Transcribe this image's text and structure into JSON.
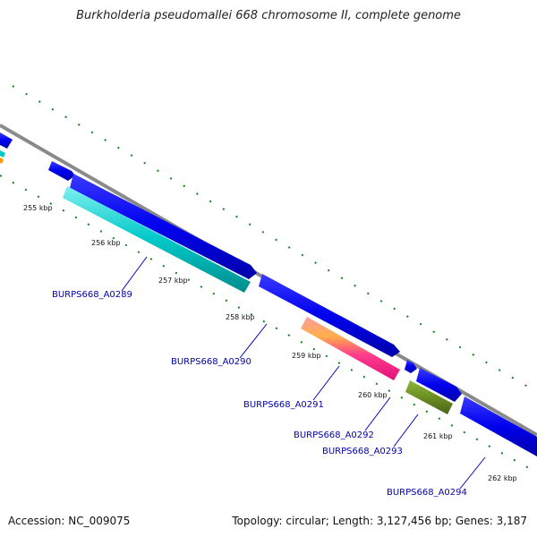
{
  "title": "Burkholderia pseudomallei 668 chromosome II, complete genome",
  "footer": {
    "accession": "Accession: NC_009075",
    "summary": "Topology: circular; Length: 3,127,456 bp; Genes: 3,187"
  },
  "ticks": [
    "255 kbp",
    "256 kbp",
    "257 kbp",
    "258 kbp",
    "259 kbp",
    "260 kbp",
    "261 kbp",
    "262 kbp"
  ],
  "genes": [
    {
      "label": "BURPS668_A0289",
      "color": "#00c8c8"
    },
    {
      "label": "BURPS668_A0290",
      "color": "#0000ee"
    },
    {
      "label": "BURPS668_A0291",
      "color": "#ff2a8a"
    },
    {
      "label": "BURPS668_A0292",
      "color": "#0000ee"
    },
    {
      "label": "BURPS668_A0293",
      "color": "#6b8e23"
    },
    {
      "label": "BURPS668_A0294",
      "color": "#0000ee"
    }
  ],
  "colors": {
    "backbone": "#888888",
    "cds_forward": "#0000ee",
    "tick_marks": "#1a7f1a",
    "label_link": "#0000cc"
  }
}
